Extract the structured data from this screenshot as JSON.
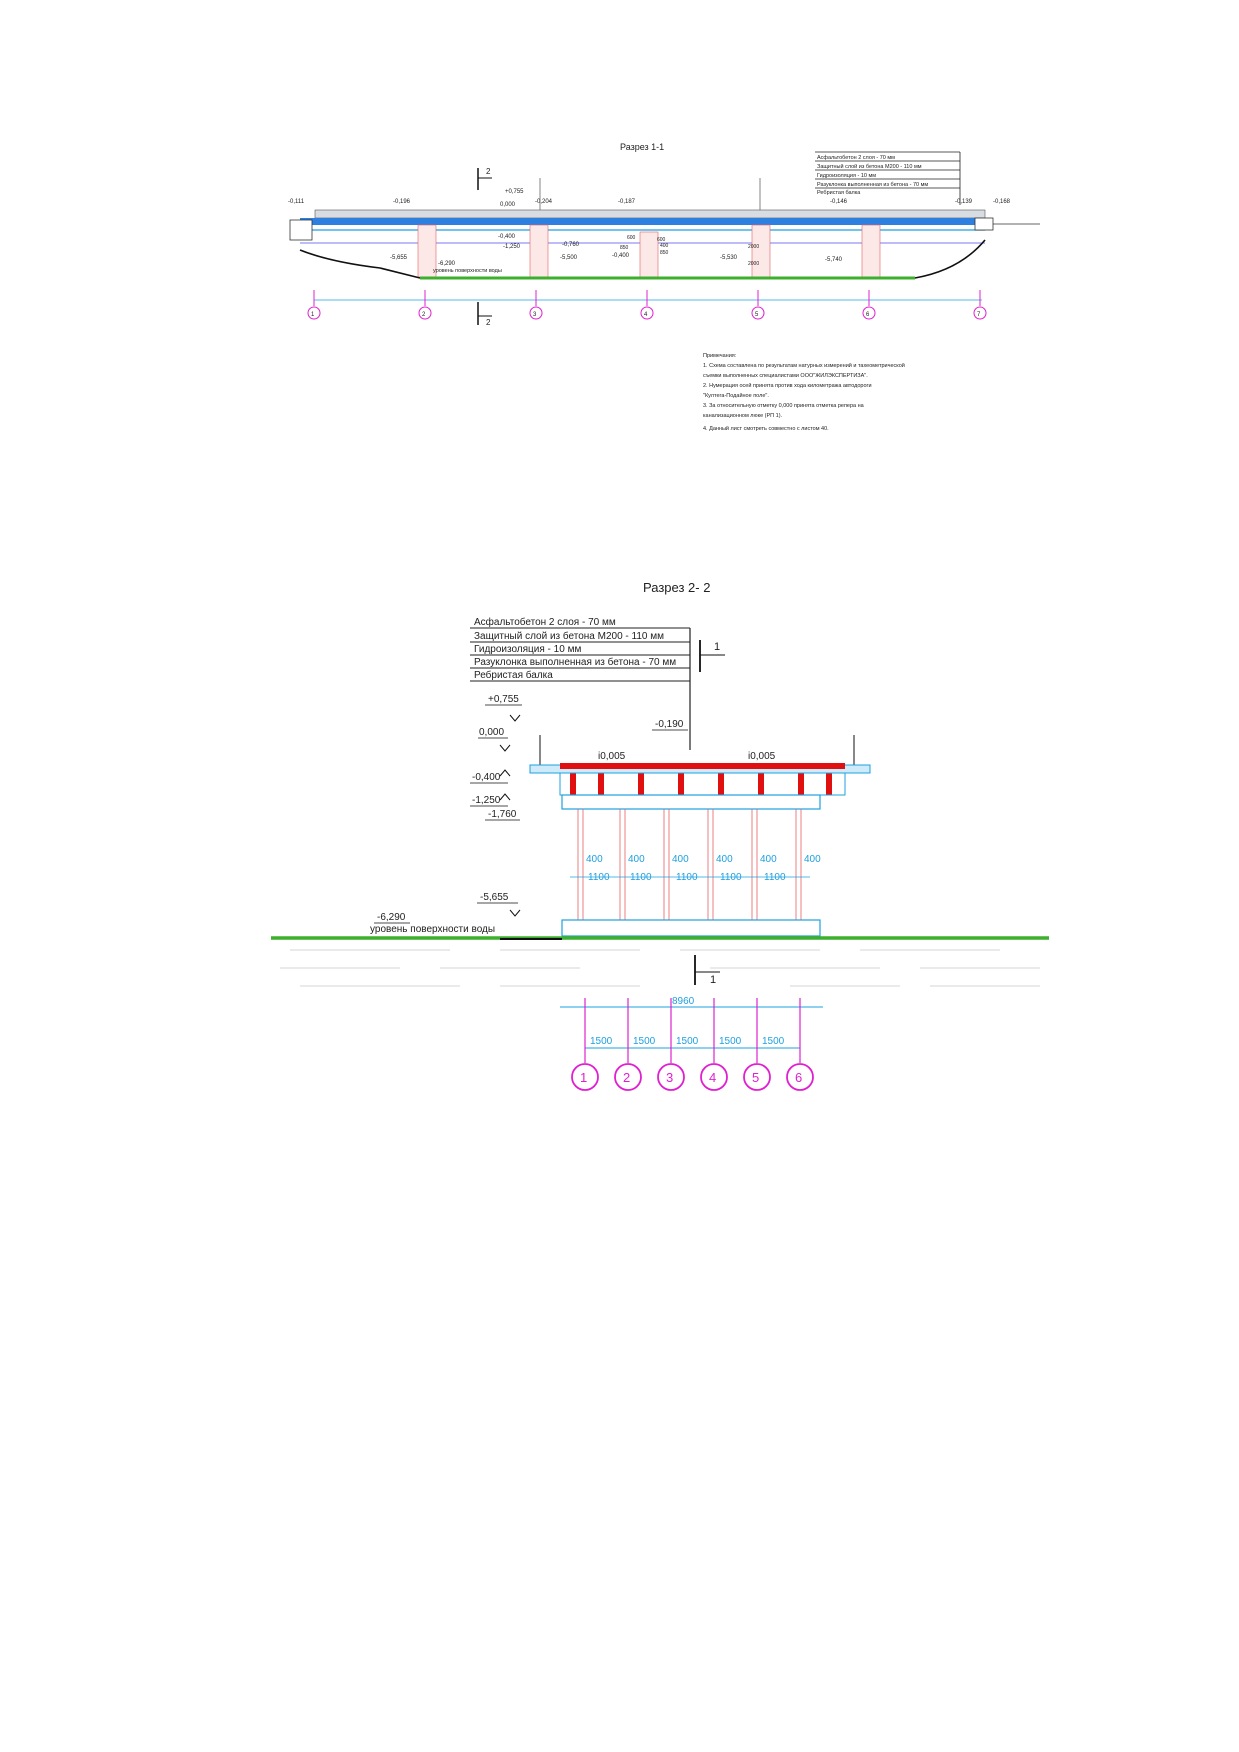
{
  "colors": {
    "deck": "#1f6fd0",
    "structure": "#1ea0e0",
    "piles": "#e86060",
    "ground": "#3cb02c",
    "axis": "#e020d0",
    "red_beam": "#e01010",
    "ink": "#222222"
  },
  "section1": {
    "title": "Разрез  1-1",
    "layers": [
      "Асфальтобетон 2 слоя - 70 мм",
      "Защитный слой из бетона М200 - 110 мм",
      "Гидроизоляция - 10 мм",
      "Разуклонка выполненная из бетона - 70 мм",
      "Ребристая балка"
    ],
    "elevations": [
      "-0,111",
      "-0,196",
      "+0,755",
      "0,000",
      "-0,204",
      "-0,187",
      "-0,146",
      "-0,139",
      "-0,168",
      "-0,400",
      "-0,760",
      "-1,250",
      "-5,655",
      "-5,500",
      "-0,400",
      "-5,530",
      "-5,740",
      "-6,290"
    ],
    "dims_small": [
      "600",
      "850",
      "600",
      "400",
      "850",
      "2000",
      "2000"
    ],
    "water_label": "уровень поверхности воды",
    "cut_mark": "2",
    "axes": [
      "1",
      "2",
      "3",
      "4",
      "5",
      "6",
      "7"
    ]
  },
  "notes": {
    "heading": "Примечания:",
    "items": [
      "1. Схема составлена по результатам натурных измерений и тахеометрической",
      "съемки         выполненных специалистами ООО\"ЖИЛЭКСПЕРТИЗА\".",
      "2. Нумерация осей принята против хода километража автодороги",
      "\"Култега-Подайное поле\".",
      "3. За относительную отметку 0,000 принята отметка репера на",
      "канализационном люке (РП 1).",
      "4. Данный лист смотреть совместно с листом 40."
    ]
  },
  "section2": {
    "title": "Разрез  2- 2",
    "layers": [
      "Асфальтобетон 2 слоя - 70 мм",
      "Защитный слой из бетона М200 - 110 мм",
      "Гидроизоляция - 10 мм",
      "Разуклонка выполненная из бетона - 70 мм",
      "Ребристая балка"
    ],
    "cut_mark": "1",
    "elevations": {
      "top": "+0,755",
      "zero": "0,000",
      "deck": "-0,190",
      "beam_bottom": "-0,400",
      "cap_top": "-1,250",
      "cap_bottom": "-1,760",
      "foot_top": "-5,655",
      "water": "-6,290"
    },
    "slopes": [
      "i0,005",
      "i0,005"
    ],
    "pile_dims_top": [
      "400",
      "400",
      "400",
      "400",
      "400",
      "400"
    ],
    "pile_dims_bottom": [
      "1100",
      "1100",
      "1100",
      "1100",
      "1100"
    ],
    "water_label": "уровень поверхности воды",
    "total_dim": "8960",
    "spacing_dims": [
      "1500",
      "1500",
      "1500",
      "1500",
      "1500"
    ],
    "axes": [
      "1",
      "2",
      "3",
      "4",
      "5",
      "6"
    ]
  }
}
